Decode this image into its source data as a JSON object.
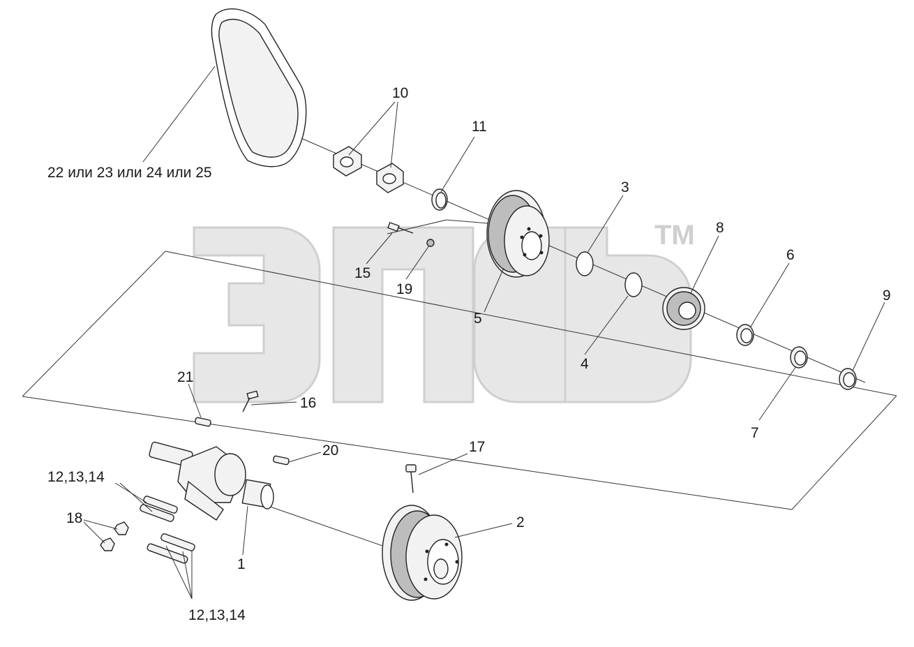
{
  "watermark": {
    "trademark": "TM"
  },
  "labels": {
    "belt": "22 или 23 или 24 или 25",
    "p1": "1",
    "p2": "2",
    "p3": "3",
    "p4": "4",
    "p5": "5",
    "p6": "6",
    "p7": "7",
    "p8": "8",
    "p9": "9",
    "p10": "10",
    "p11": "11",
    "p15": "15",
    "p16": "16",
    "p17": "17",
    "p18": "18",
    "p19": "19",
    "p20": "20",
    "p21": "21",
    "p121314_top": "12,13,14",
    "p121314_bottom": "12,13,14"
  }
}
